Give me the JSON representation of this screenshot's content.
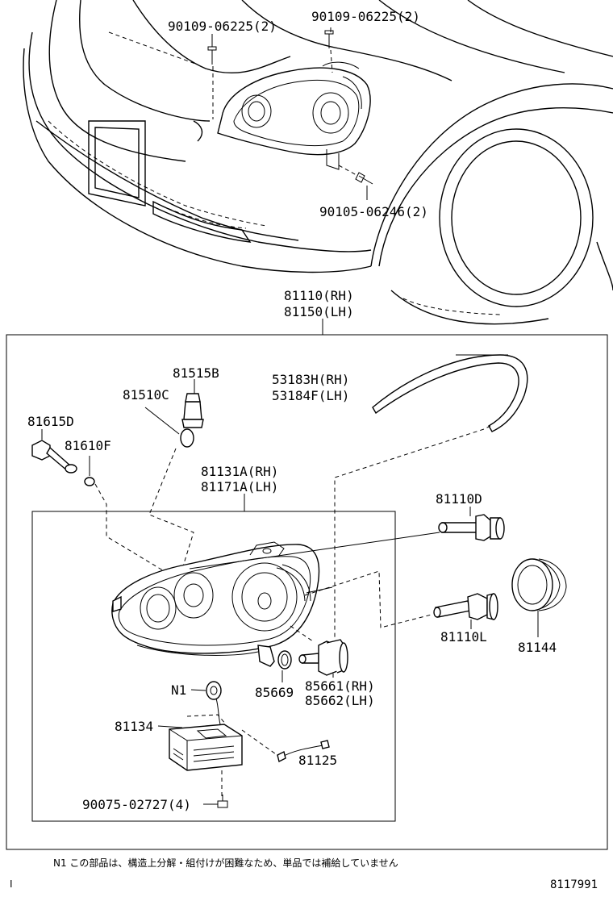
{
  "labels": {
    "bolt_left": "90109-06225(2)",
    "bolt_right": "90109-06225(2)",
    "bolt_lower": "90105-06246(2)",
    "assy_rh": "81110(RH)",
    "assy_lh": "81150(LH)",
    "socket_81515b": "81515B",
    "socket_81510c": "81510C",
    "socket_81615d": "81615D",
    "bulb_81610f": "81610F",
    "trim_rh": "53183H(RH)",
    "trim_lh": "53184F(LH)",
    "housing_rh": "81131A(RH)",
    "housing_lh": "81171A(LH)",
    "bulb_81110d": "81110D",
    "bulb_81110l": "81110L",
    "cap_81144": "81144",
    "seal_85669": "85669",
    "bulb_rh": "85661(RH)",
    "bulb_lh": "85662(LH)",
    "note_ref": "N1",
    "ballast_81134": "81134",
    "wire_81125": "81125",
    "screw_90075": "90075-02727(4)"
  },
  "footer": {
    "note": "N1 この部品は、構造上分解・組付けが困難なため、単品では補給していません",
    "left_mark": "I",
    "diagram_id": "8117991"
  }
}
